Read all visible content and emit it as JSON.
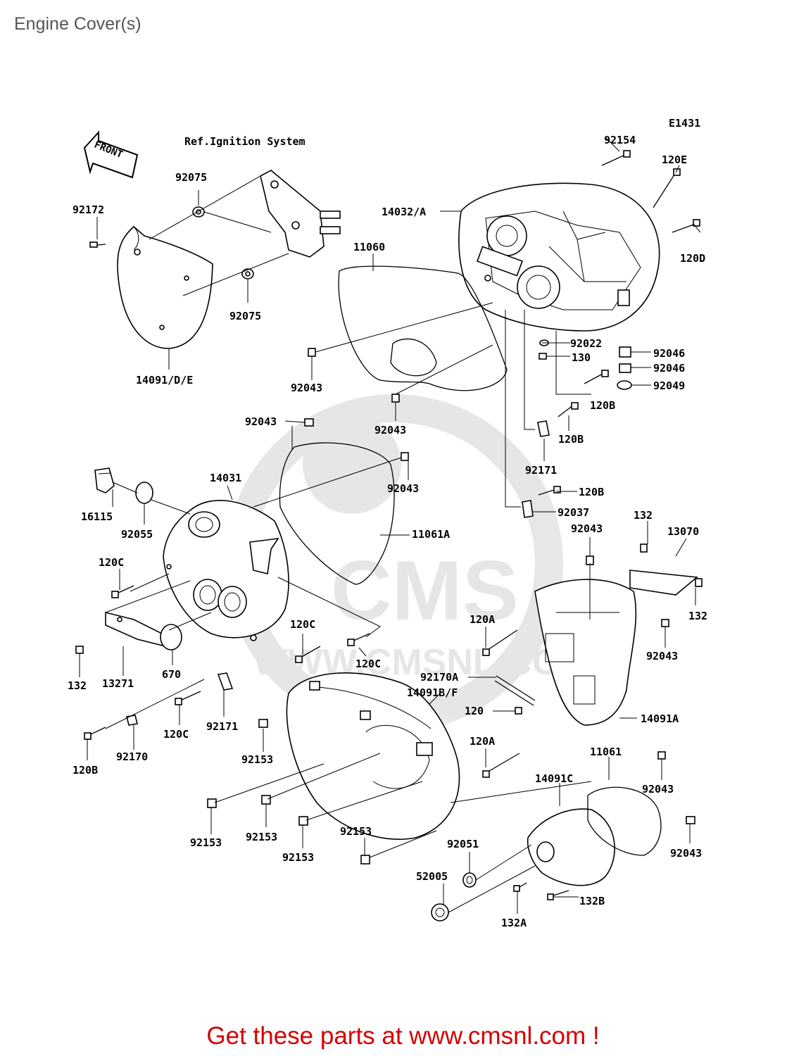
{
  "page": {
    "title": "Engine Cover(s)",
    "footer_link": "Get these parts at www.cmsnl.com !"
  },
  "diagram": {
    "code": "E1431",
    "ref_note": "Ref.Ignition System",
    "direction": "FRONT",
    "watermark": {
      "brand": "CMS",
      "url": "WWW.CMSNL.COM"
    },
    "labels": {
      "p92154": "92154",
      "p120E": "120E",
      "p14032A": "14032/A",
      "p120D": "120D",
      "p11060": "11060",
      "p92022": "92022",
      "p92046a": "92046",
      "p130": "130",
      "p92046b": "92046",
      "p92049": "92049",
      "p120B_1": "120B",
      "p120B_2": "120B",
      "p92171_1": "92171",
      "p120B_3": "120B",
      "p92037": "92037",
      "p92075a": "92075",
      "p92172": "92172",
      "p92075b": "92075",
      "p14091DE": "14091/D/E",
      "p92043_1": "92043",
      "p92043_2": "92043",
      "p92043_3": "92043",
      "p92043_4": "92043",
      "p14031": "14031",
      "p16115": "16115",
      "p92055": "92055",
      "p11061A": "11061A",
      "p132_1": "132",
      "p13070": "13070",
      "p92043_5": "92043",
      "p132_2": "132",
      "p120C_1": "120C",
      "p120C_2": "120C",
      "p120C_3": "120C",
      "p120A_1": "120A",
      "p92043_6": "92043",
      "p132_3": "132",
      "p13271": "13271",
      "p670": "670",
      "p92170A": "92170A",
      "p14091BF": "14091B/F",
      "p120": "120",
      "p14091A": "14091A",
      "p120C_4": "120C",
      "p92171_2": "92171",
      "p92153_1": "92153",
      "p120B_4": "120B",
      "p92170": "92170",
      "p120A_2": "120A",
      "p11061": "11061",
      "p14091C": "14091C",
      "p92043_7": "92043",
      "p92153_2": "92153",
      "p92153_3": "92153",
      "p92153_4": "92153",
      "p92153_5": "92153",
      "p92051": "92051",
      "p92043_8": "92043",
      "p52005": "52005",
      "p132B": "132B",
      "p132A": "132A"
    }
  }
}
